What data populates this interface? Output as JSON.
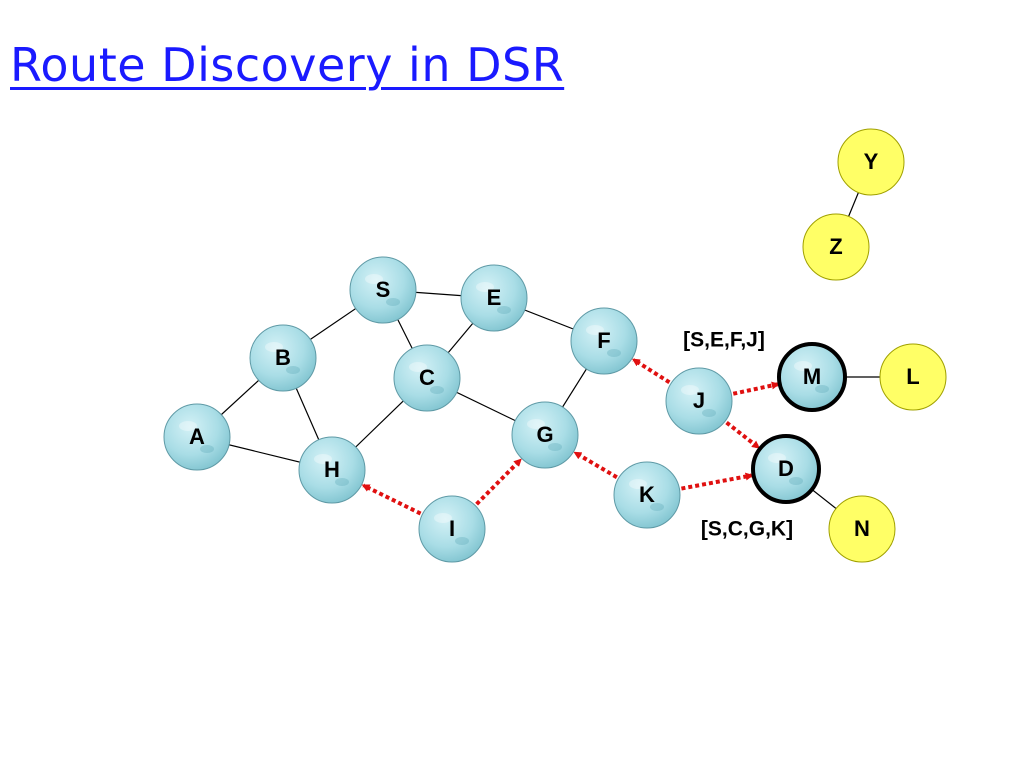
{
  "title": "Route Discovery in DSR",
  "colors": {
    "title": "#1a1aff",
    "node_fill": "#a9dde6",
    "node_stroke": "#5f9aa6",
    "highlight_fill": "#ffff66",
    "highlight_stroke": "#a0a000",
    "arrow": "#e01010",
    "edge": "#000000"
  },
  "nodes": [
    {
      "id": "S",
      "label": "S",
      "style": "bubble"
    },
    {
      "id": "E",
      "label": "E",
      "style": "bubble"
    },
    {
      "id": "F",
      "label": "F",
      "style": "bubble"
    },
    {
      "id": "B",
      "label": "B",
      "style": "bubble"
    },
    {
      "id": "C",
      "label": "C",
      "style": "bubble"
    },
    {
      "id": "A",
      "label": "A",
      "style": "bubble"
    },
    {
      "id": "G",
      "label": "G",
      "style": "bubble"
    },
    {
      "id": "H",
      "label": "H",
      "style": "bubble"
    },
    {
      "id": "I",
      "label": "I",
      "style": "bubble"
    },
    {
      "id": "J",
      "label": "J",
      "style": "bubble"
    },
    {
      "id": "K",
      "label": "K",
      "style": "bubble"
    },
    {
      "id": "M",
      "label": "M",
      "style": "bubble-bold"
    },
    {
      "id": "D",
      "label": "D",
      "style": "bubble-bold"
    },
    {
      "id": "L",
      "label": "L",
      "style": "yellow"
    },
    {
      "id": "N",
      "label": "N",
      "style": "yellow"
    },
    {
      "id": "Y",
      "label": "Y",
      "style": "yellow"
    },
    {
      "id": "Z",
      "label": "Z",
      "style": "yellow"
    }
  ],
  "edges": [
    [
      "S",
      "E"
    ],
    [
      "S",
      "B"
    ],
    [
      "S",
      "C"
    ],
    [
      "E",
      "C"
    ],
    [
      "E",
      "F"
    ],
    [
      "B",
      "A"
    ],
    [
      "B",
      "H"
    ],
    [
      "A",
      "H"
    ],
    [
      "C",
      "H"
    ],
    [
      "C",
      "G"
    ],
    [
      "F",
      "G"
    ],
    [
      "M",
      "L"
    ],
    [
      "D",
      "N"
    ],
    [
      "Y",
      "Z"
    ]
  ],
  "arrows": [
    {
      "from": "I",
      "to": "H"
    },
    {
      "from": "I",
      "to": "G"
    },
    {
      "from": "K",
      "to": "G"
    },
    {
      "from": "K",
      "to": "D"
    },
    {
      "from": "J",
      "to": "F"
    },
    {
      "from": "J",
      "to": "M"
    },
    {
      "from": "J",
      "to": "D"
    }
  ],
  "route_labels": [
    {
      "id": "route-sefj",
      "text": "[S,E,F,J]"
    },
    {
      "id": "route-scgk",
      "text": "[S,C,G,K]"
    }
  ]
}
